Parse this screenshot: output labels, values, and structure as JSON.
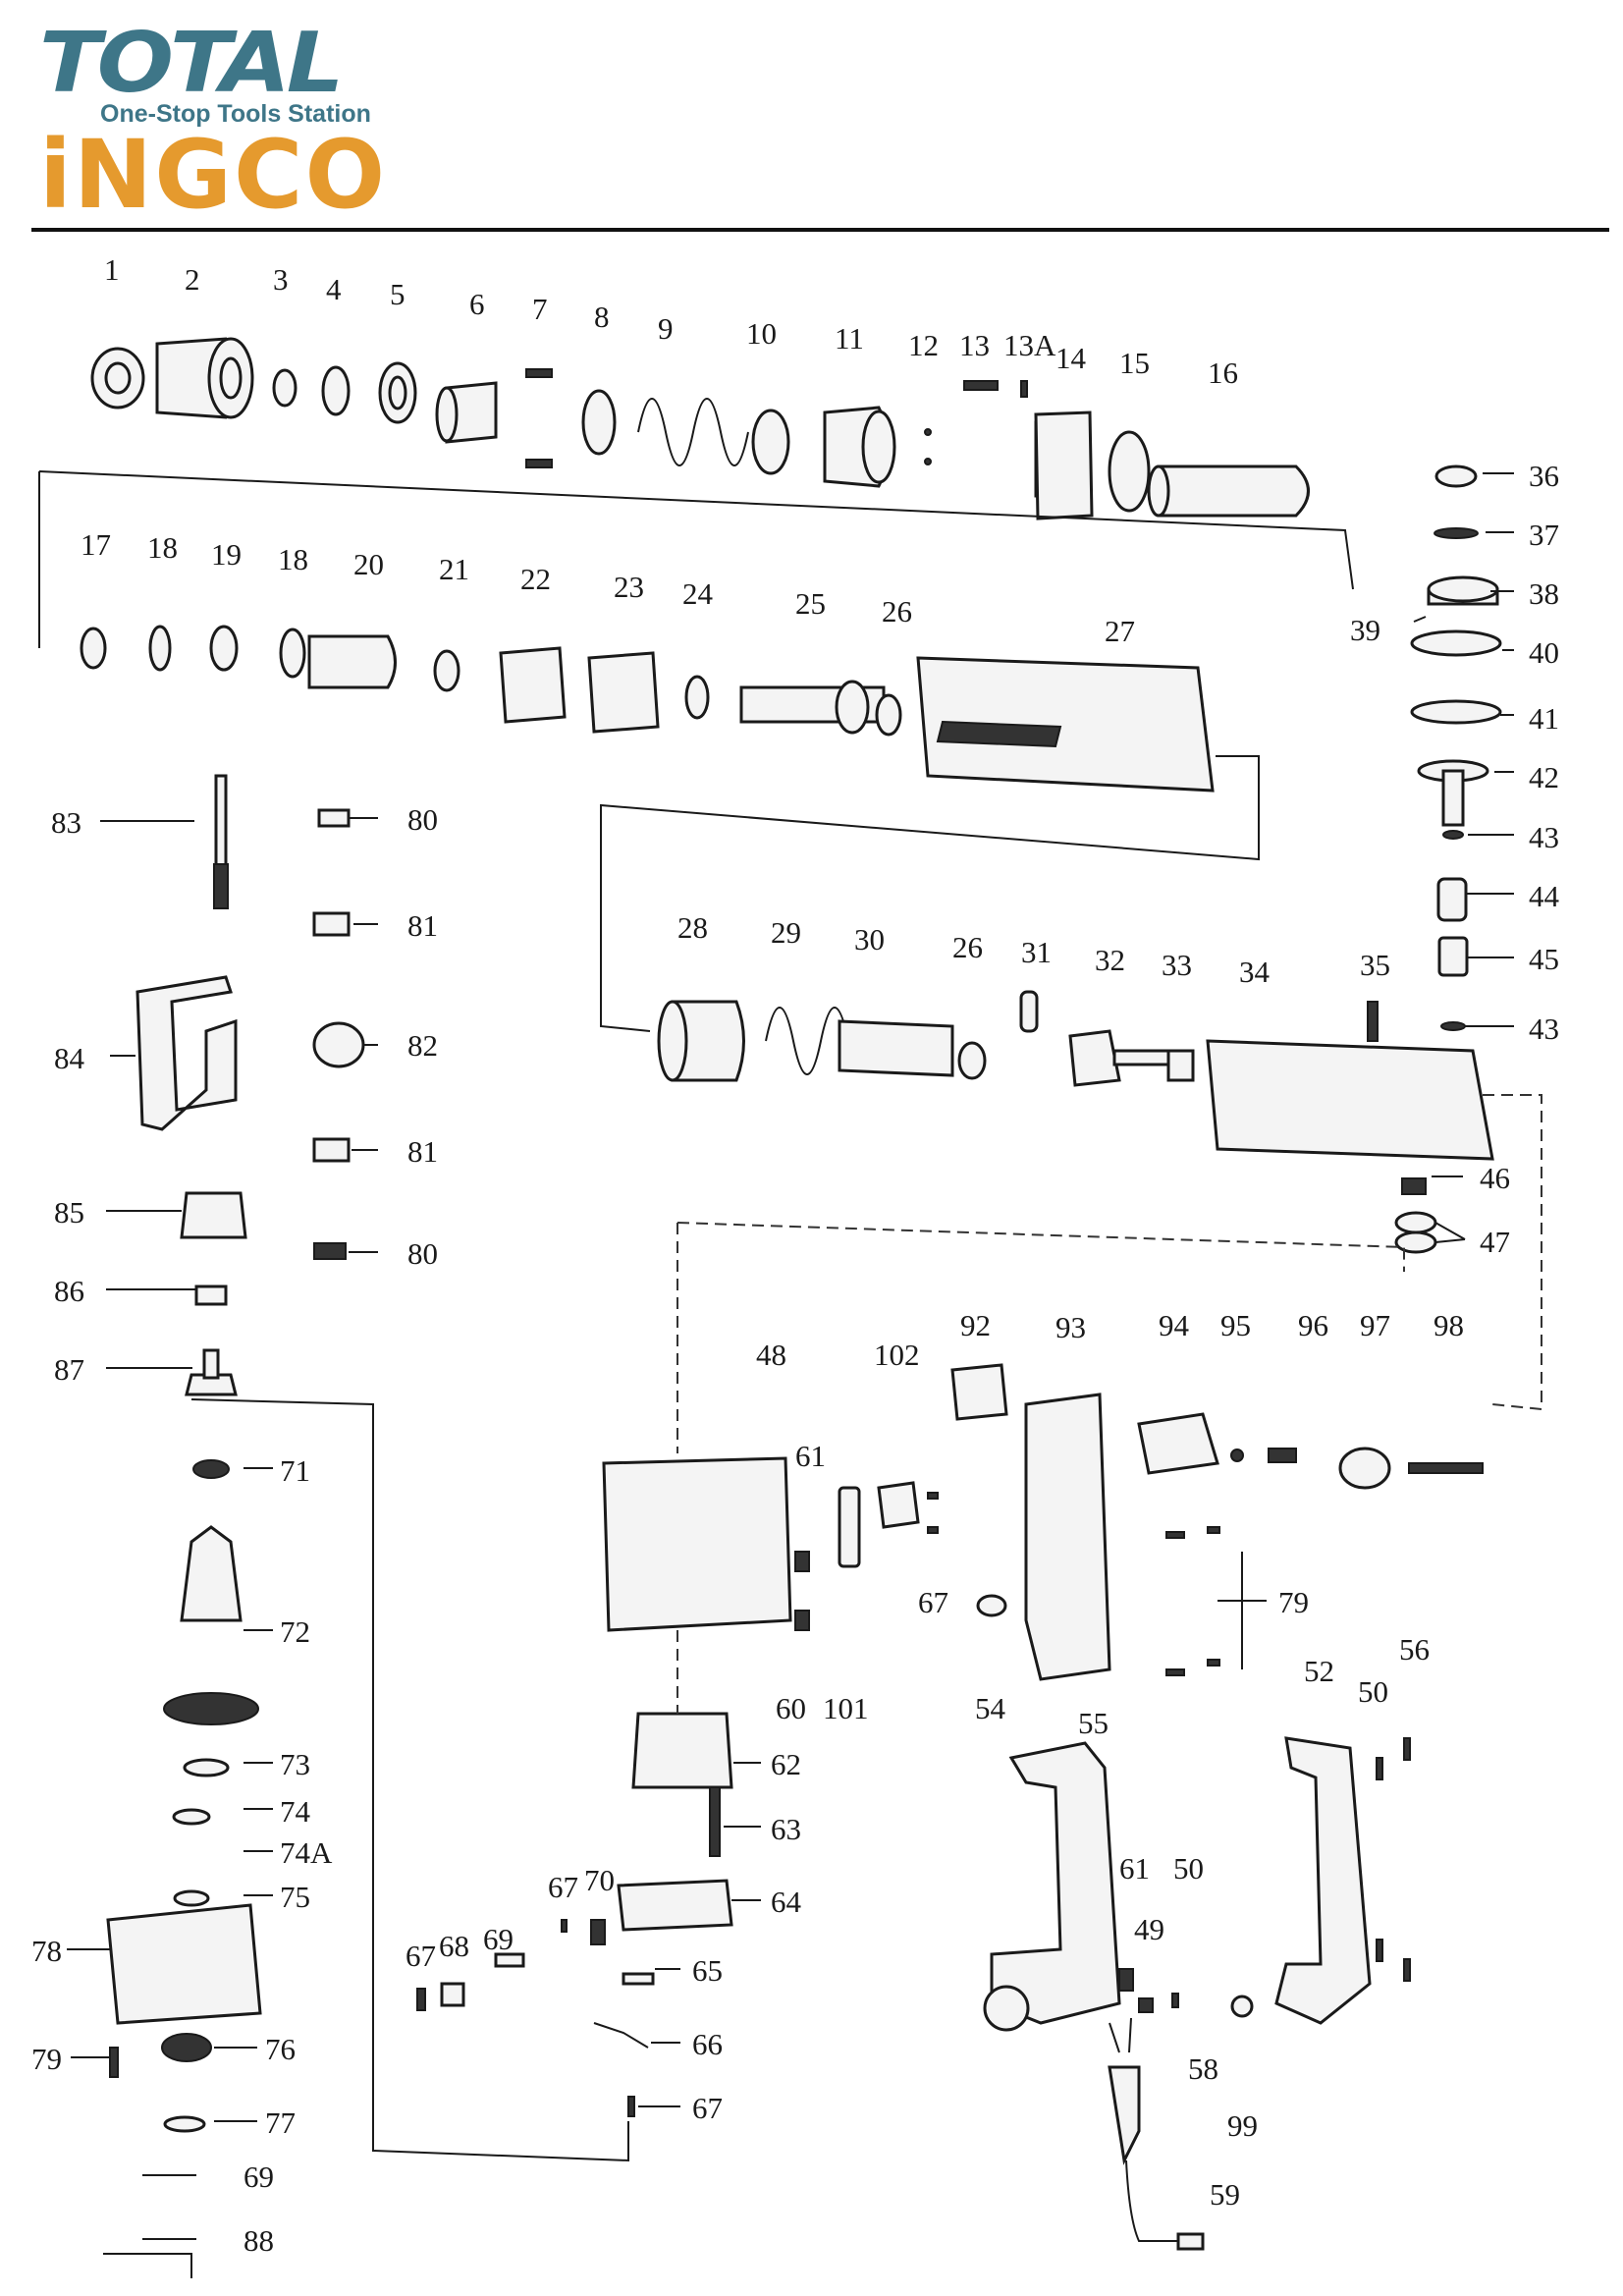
{
  "brand": {
    "total_wordmark": "TOTAL",
    "total_tagline": "One-Stop Tools Station",
    "ingco_wordmark": "iNGCO"
  },
  "colors": {
    "total_blue": "#3e7688",
    "ingco_orange": "#e59a2e",
    "line": "#1a1a1a"
  },
  "callouts": [
    "1",
    "2",
    "3",
    "4",
    "5",
    "6",
    "7",
    "8",
    "9",
    "10",
    "11",
    "12",
    "13",
    "13A",
    "14",
    "15",
    "16",
    "17",
    "18",
    "19",
    "20",
    "21",
    "22",
    "23",
    "24",
    "25",
    "26",
    "27",
    "28",
    "29",
    "30",
    "31",
    "32",
    "33",
    "34",
    "35",
    "36",
    "37",
    "38",
    "39",
    "40",
    "41",
    "42",
    "43",
    "44",
    "45",
    "46",
    "47",
    "48",
    "49",
    "50",
    "52",
    "54",
    "55",
    "56",
    "58",
    "59",
    "60",
    "61",
    "62",
    "63",
    "64",
    "65",
    "66",
    "67",
    "68",
    "69",
    "70",
    "71",
    "72",
    "73",
    "74",
    "74A",
    "75",
    "76",
    "77",
    "78",
    "79",
    "80",
    "81",
    "82",
    "83",
    "84",
    "85",
    "86",
    "87",
    "88",
    "92",
    "93",
    "94",
    "95",
    "96",
    "97",
    "98",
    "99",
    "101",
    "102"
  ]
}
